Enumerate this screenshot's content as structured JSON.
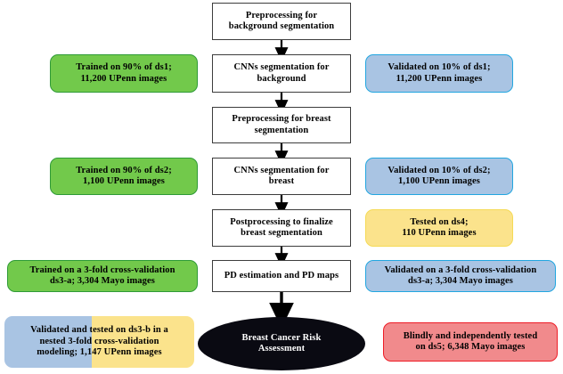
{
  "diagram": {
    "title": "Breast density deep-learning pipeline flowchart",
    "palette": {
      "process_fill": "#ffffff",
      "process_border": "#3d3d3d",
      "train_fill": "#72c94b",
      "train_border": "#2f9b37",
      "validate_fill": "#a9c4e3",
      "validate_border": "#22a6e0",
      "test_fill": "#fbe38c",
      "test_border": "#f5da55",
      "blind_fill": "#f18a8c",
      "blind_border": "#ee1c26",
      "terminal_fill": "#0a0a12",
      "terminal_text": "#ffffff",
      "arrow_color": "#000000"
    },
    "nodes": [
      {
        "id": "preproc-background",
        "kind": "process",
        "lines": [
          "Preprocessing for",
          "background segmentation"
        ]
      },
      {
        "id": "train-ds1",
        "kind": "train",
        "lines": [
          "Trained on 90% of ds1;",
          "11,200 UPenn images"
        ]
      },
      {
        "id": "cnn-background",
        "kind": "process",
        "lines": [
          "CNNs segmentation for",
          "background"
        ]
      },
      {
        "id": "validate-ds1",
        "kind": "validate",
        "lines": [
          "Validated on 10% of ds1;",
          "11,200 UPenn images"
        ]
      },
      {
        "id": "preproc-breast",
        "kind": "process",
        "lines": [
          "Preprocessing for breast",
          "segmentation"
        ]
      },
      {
        "id": "train-ds2",
        "kind": "train",
        "lines": [
          "Trained on 90% of ds2;",
          "1,100 UPenn images"
        ]
      },
      {
        "id": "cnn-breast",
        "kind": "process",
        "lines": [
          "CNNs segmentation for",
          "breast"
        ]
      },
      {
        "id": "validate-ds2",
        "kind": "validate",
        "lines": [
          "Validated on 10% of ds2;",
          "1,100 UPenn images"
        ]
      },
      {
        "id": "postproc-breast",
        "kind": "process",
        "lines": [
          "Postprocessing to finalize",
          "breast segmentation"
        ]
      },
      {
        "id": "test-ds4",
        "kind": "test",
        "lines": [
          "Tested on ds4;",
          "110 UPenn images"
        ]
      },
      {
        "id": "train-ds3a",
        "kind": "train",
        "lines": [
          "Trained on a 3-fold cross-validation",
          "ds3-a; 3,304 Mayo images"
        ]
      },
      {
        "id": "pd-estimation",
        "kind": "process",
        "lines": [
          "PD estimation and PD maps"
        ]
      },
      {
        "id": "validate-ds3a",
        "kind": "validate",
        "lines": [
          "Validated on a 3-fold cross-validation",
          "ds3-a; 3,304 Mayo images"
        ]
      },
      {
        "id": "validate-test-ds3b",
        "kind": "split",
        "lines": [
          "Validated and tested on ds3-b in a",
          "nested 3-fold cross-validation",
          "modeling; 1,147 UPenn images"
        ]
      },
      {
        "id": "risk-assessment",
        "kind": "terminal",
        "lines": [
          "Breast Cancer Risk",
          "Assessment"
        ]
      },
      {
        "id": "blind-test-ds5",
        "kind": "blind",
        "lines": [
          "Blindly and independently tested",
          "on ds5; 6,348 Mayo images"
        ]
      }
    ]
  }
}
